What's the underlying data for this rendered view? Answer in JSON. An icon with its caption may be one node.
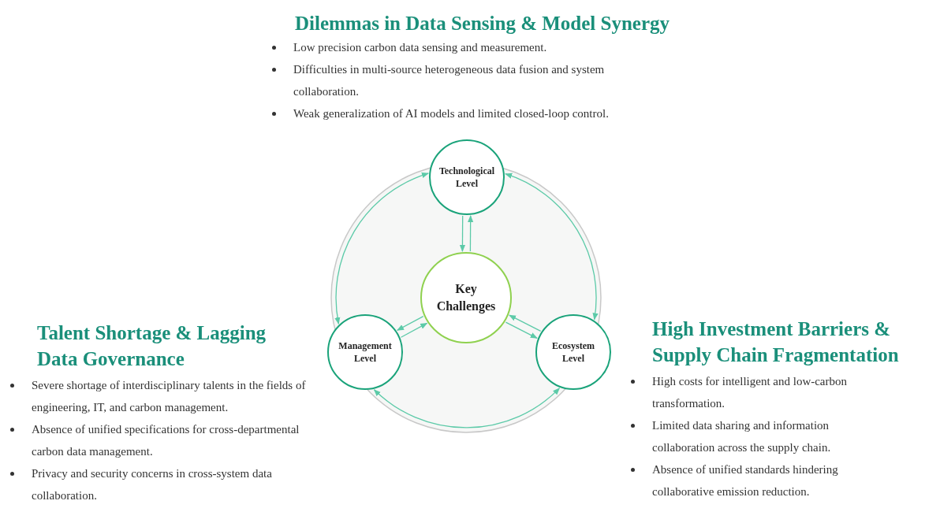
{
  "diagram": {
    "nodes": [
      {
        "text": [
          "Key Challenges"
        ]
      },
      {
        "text": [
          "Technological Level"
        ]
      },
      {
        "text": [
          "Management Level"
        ]
      },
      {
        "text": [
          "Ecosystem Level"
        ]
      }
    ],
    "edges": [
      {
        "from": 0,
        "to": 1,
        "arrow": "to"
      },
      {
        "from": 1,
        "to": 0,
        "arrow": "to"
      },
      {
        "from": 0,
        "to": 2,
        "arrow": "to"
      },
      {
        "from": 2,
        "to": 0,
        "arrow": "to"
      },
      {
        "from": 3,
        "to": 0,
        "arrow": "to"
      },
      {
        "from": 0,
        "to": 3,
        "arrow": "to"
      },
      {
        "from": 1,
        "to": 2,
        "arrow": "both"
      },
      {
        "from": 1,
        "to": 3,
        "arrow": "both"
      },
      {
        "from": 2,
        "to": 3,
        "arrow": "both"
      }
    ],
    "labels": [
      "Dilemmas in Data Sensing & Model Synergy",
      "Low precision carbon data sensing and measurement.",
      "Difficulties in multi-source heterogeneous data fusion and system collaboration.",
      "Weak generalization of AI models and limited closed-loop control.",
      "Talent Shortage & Lagging Data Governance",
      "Severe shortage of interdisciplinary talents in the fields of engineering, IT, and carbon management.",
      "Absence of unified specifications for cross-departmental carbon data management.",
      "Privacy and security concerns in cross-system data collaboration.",
      "High Investment Barriers & Supply Chain Fragmentation",
      "High costs for intelligent and low-carbon transformation.",
      "Limited data sharing and information collaboration across the supply chain.",
      "Absence of unified standards hindering collaborative emission reduction."
    ]
  }
}
